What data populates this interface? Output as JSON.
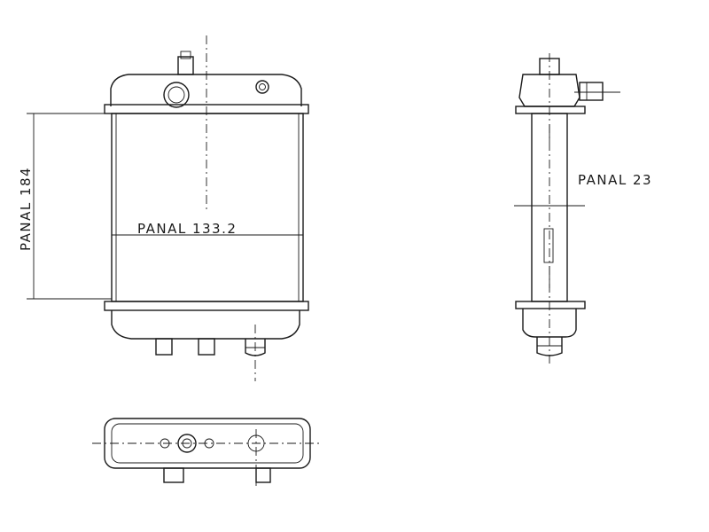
{
  "dimensions": {
    "height_label": "PANAL 184",
    "width_label": "PANAL 133.2",
    "depth_label": "PANAL 23"
  },
  "colors": {
    "line": "#1a1a1a",
    "background": "#ffffff"
  }
}
